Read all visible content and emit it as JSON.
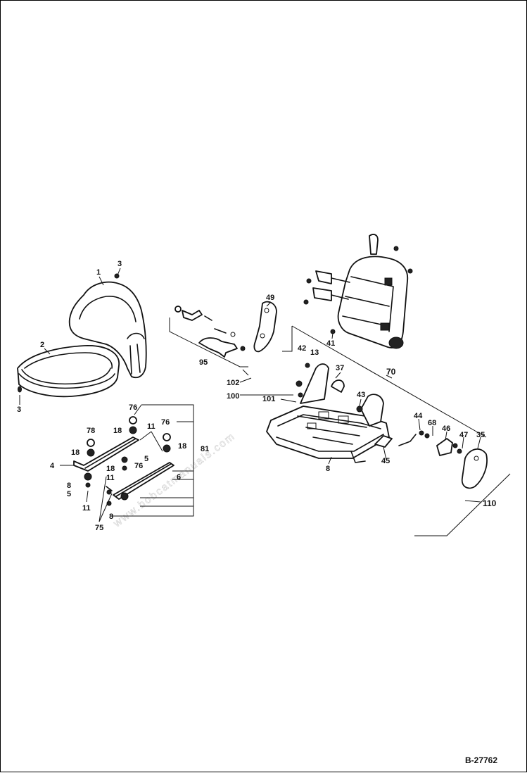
{
  "diagram_number": "B-27762",
  "callouts": [
    {
      "id": "c1",
      "text": "1"
    },
    {
      "id": "c3a",
      "text": "3"
    },
    {
      "id": "c2",
      "text": "2"
    },
    {
      "id": "c3b",
      "text": "3"
    },
    {
      "id": "c49",
      "text": "49"
    },
    {
      "id": "c95",
      "text": "95"
    },
    {
      "id": "c102",
      "text": "102"
    },
    {
      "id": "c100",
      "text": "100"
    },
    {
      "id": "c101",
      "text": "101"
    },
    {
      "id": "c42",
      "text": "42"
    },
    {
      "id": "c13",
      "text": "13"
    },
    {
      "id": "c37",
      "text": "37"
    },
    {
      "id": "c41",
      "text": "41"
    },
    {
      "id": "c70",
      "text": "70"
    },
    {
      "id": "c43",
      "text": "43"
    },
    {
      "id": "c44",
      "text": "44"
    },
    {
      "id": "c68",
      "text": "68"
    },
    {
      "id": "c46",
      "text": "46"
    },
    {
      "id": "c47",
      "text": "47"
    },
    {
      "id": "c35",
      "text": "35"
    },
    {
      "id": "c45",
      "text": "45"
    },
    {
      "id": "c8",
      "text": "8"
    },
    {
      "id": "c110",
      "text": "110"
    },
    {
      "id": "c76a",
      "text": "76"
    },
    {
      "id": "c78a",
      "text": "78"
    },
    {
      "id": "c18a",
      "text": "18"
    },
    {
      "id": "c11a",
      "text": "11"
    },
    {
      "id": "c76b",
      "text": "76"
    },
    {
      "id": "c18b",
      "text": "18"
    },
    {
      "id": "c81",
      "text": "81"
    },
    {
      "id": "c78b",
      "text": "78"
    },
    {
      "id": "c18c",
      "text": "18"
    },
    {
      "id": "c4",
      "text": "4"
    },
    {
      "id": "c5a",
      "text": "5"
    },
    {
      "id": "c76c",
      "text": "76"
    },
    {
      "id": "c18d",
      "text": "18"
    },
    {
      "id": "c11b",
      "text": "11"
    },
    {
      "id": "c8a",
      "text": "8"
    },
    {
      "id": "c5b",
      "text": "5"
    },
    {
      "id": "c11c",
      "text": "11"
    },
    {
      "id": "c75",
      "text": "75"
    },
    {
      "id": "c6",
      "text": "6"
    },
    {
      "id": "c8b",
      "text": "8"
    }
  ]
}
